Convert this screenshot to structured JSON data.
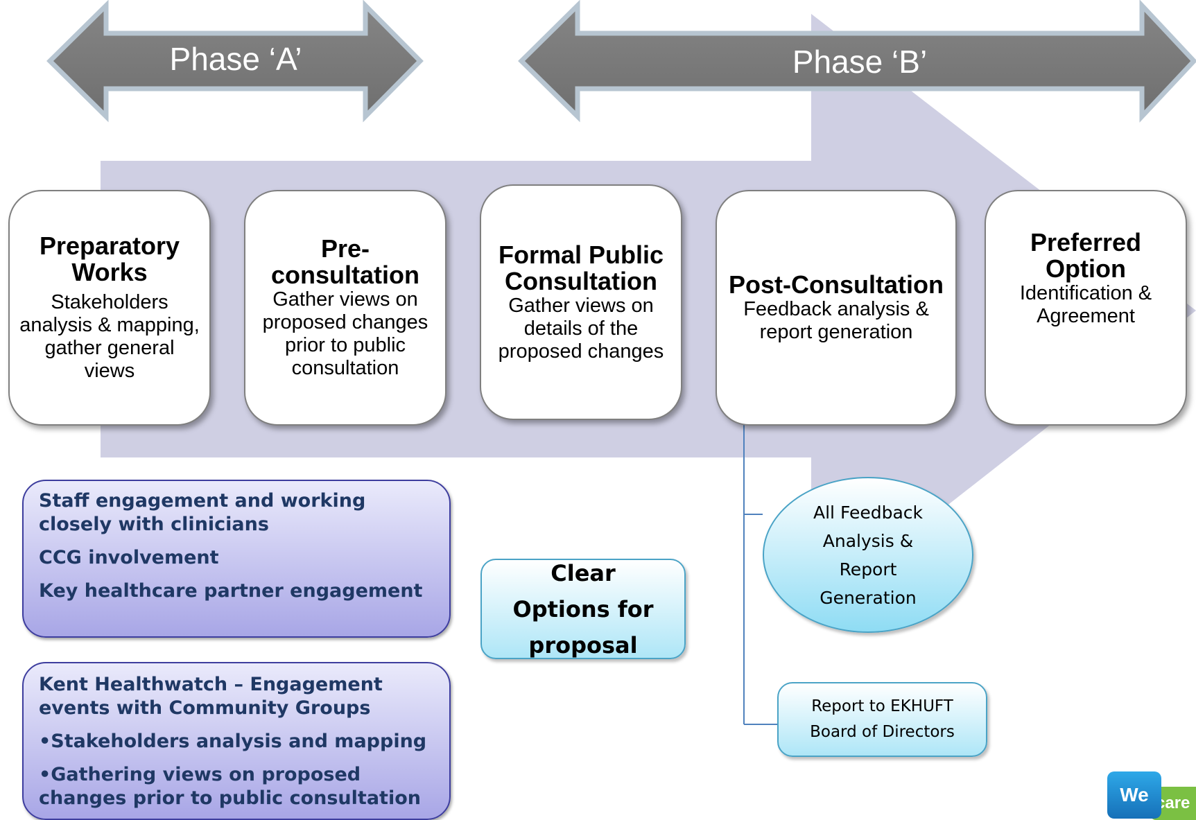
{
  "phases": {
    "a_label": "Phase ‘A’",
    "b_label": "Phase ‘B’"
  },
  "stages": [
    {
      "title": "Preparatory Works",
      "desc": "Stakeholders analysis & mapping, gather general views"
    },
    {
      "title": "Pre-consultation",
      "desc": "Gather views on proposed changes prior to public consultation"
    },
    {
      "title": "Formal Public Consultation",
      "desc": "Gather views on details of the proposed changes"
    },
    {
      "title": "Post-Consultation",
      "desc": "Feedback analysis & report generation"
    },
    {
      "title": "Preferred Option",
      "desc": "Identification & Agreement"
    }
  ],
  "preconsultation_box": {
    "items": [
      "Staff engagement and working closely with clinicians",
      "CCG involvement",
      "Key healthcare partner engagement"
    ]
  },
  "healthwatch_box": {
    "items": [
      "Kent Healthwatch – Engagement events with Community Groups",
      "•Stakeholders analysis and mapping",
      "•Gathering views on proposed changes prior to public consultation"
    ]
  },
  "clear_options": "Clear Options for proposal",
  "feedback_oval": "All Feedback Analysis & Report Generation",
  "report_box": "Report to EKHUFT Board of Directors",
  "logo": {
    "we": "We",
    "care": "care"
  },
  "colors": {
    "phase_arrow": "#7f7f7f",
    "phase_arrow_border": "#b7c5d1",
    "flow_arrow": "#cfcfe3",
    "box_text": "#1f3864",
    "connector": "#4f81bd"
  }
}
